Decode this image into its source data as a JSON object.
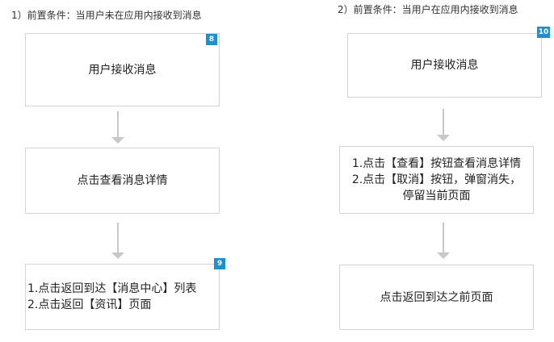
{
  "left": {
    "title": "1）前置条件：当用户未在应用内接收到消息",
    "steps": [
      {
        "lines": [
          "用户接收消息"
        ],
        "badge": "8"
      },
      {
        "lines": [
          "点击查看消息详情"
        ],
        "badge": ""
      },
      {
        "lines": [
          "1.点击返回到达【消息中心】列表",
          "2.点击返回【资讯】页面"
        ],
        "badge": "9"
      }
    ]
  },
  "right": {
    "title": "2）前置条件：当用户在应用内接收到消息",
    "steps": [
      {
        "lines": [
          "用户接收消息"
        ],
        "badge": "10"
      },
      {
        "lines": [
          "1.点击【查看】按钮查看消息详情",
          "2.点击【取消】按钮，弹窗消失，",
          "停留当前页面"
        ],
        "badge": ""
      },
      {
        "lines": [
          "点击返回到达之前页面"
        ],
        "badge": ""
      }
    ]
  },
  "colors": {
    "border": "#d3d3d3",
    "arrow": "#c8c8c8",
    "badge": "#1e8fcf"
  }
}
